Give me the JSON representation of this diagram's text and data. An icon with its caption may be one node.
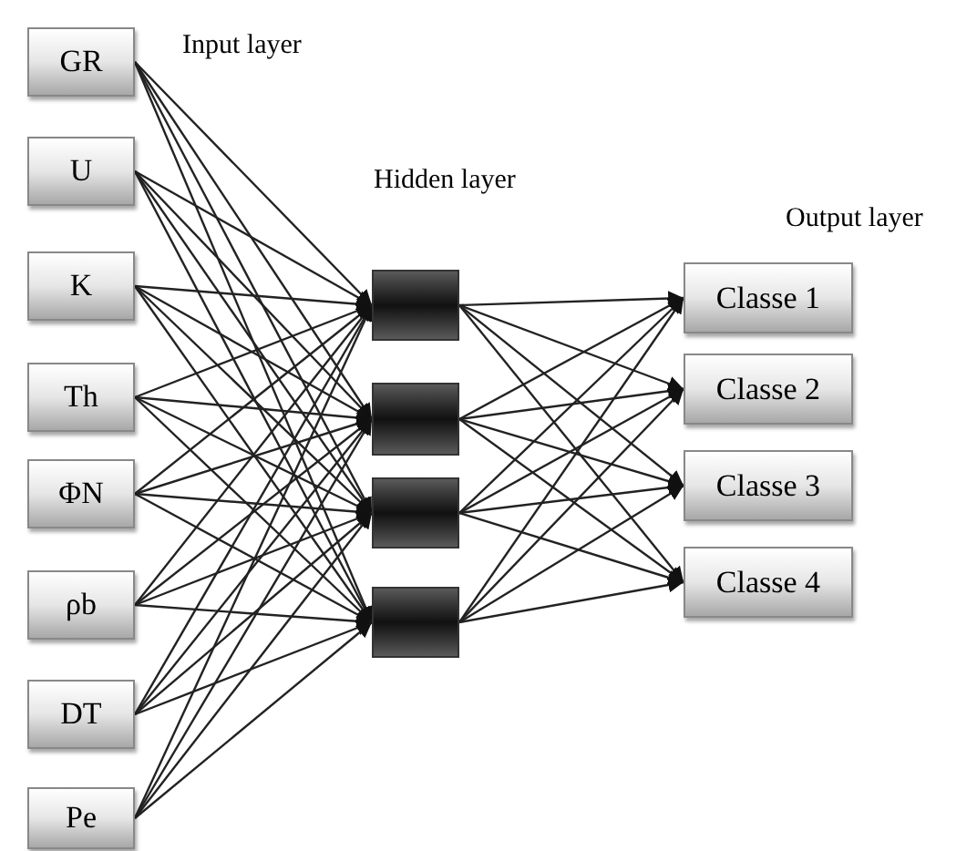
{
  "diagram": {
    "nodes": [
      {
        "text": [
          "GR"
        ]
      },
      {
        "text": [
          "U"
        ]
      },
      {
        "text": [
          "K"
        ]
      },
      {
        "text": [
          "Th"
        ]
      },
      {
        "text": [
          "ΦN"
        ]
      },
      {
        "text": [
          "ρb"
        ]
      },
      {
        "text": [
          "DT"
        ]
      },
      {
        "text": [
          "Pe"
        ]
      },
      {
        "text": [],
        "shape": "box"
      },
      {
        "text": [],
        "shape": "box"
      },
      {
        "text": [],
        "shape": "box"
      },
      {
        "text": [],
        "shape": "box"
      },
      {
        "text": [
          "Classe 1"
        ]
      },
      {
        "text": [
          "Classe 2"
        ]
      },
      {
        "text": [
          "Classe 3"
        ]
      },
      {
        "text": [
          "Classe 4"
        ]
      }
    ],
    "edges": [
      {
        "from": 0,
        "to": 8,
        "arrow": "to"
      },
      {
        "from": 0,
        "to": 9,
        "arrow": "to"
      },
      {
        "from": 0,
        "to": 10,
        "arrow": "to"
      },
      {
        "from": 0,
        "to": 11,
        "arrow": "to"
      },
      {
        "from": 1,
        "to": 8,
        "arrow": "to"
      },
      {
        "from": 1,
        "to": 9,
        "arrow": "to"
      },
      {
        "from": 1,
        "to": 10,
        "arrow": "to"
      },
      {
        "from": 1,
        "to": 11,
        "arrow": "to"
      },
      {
        "from": 2,
        "to": 8,
        "arrow": "to"
      },
      {
        "from": 2,
        "to": 9,
        "arrow": "to"
      },
      {
        "from": 2,
        "to": 10,
        "arrow": "to"
      },
      {
        "from": 2,
        "to": 11,
        "arrow": "to"
      },
      {
        "from": 3,
        "to": 8,
        "arrow": "to"
      },
      {
        "from": 3,
        "to": 9,
        "arrow": "to"
      },
      {
        "from": 3,
        "to": 10,
        "arrow": "to"
      },
      {
        "from": 3,
        "to": 11,
        "arrow": "to"
      },
      {
        "from": 4,
        "to": 8,
        "arrow": "to"
      },
      {
        "from": 4,
        "to": 9,
        "arrow": "to"
      },
      {
        "from": 4,
        "to": 10,
        "arrow": "to"
      },
      {
        "from": 4,
        "to": 11,
        "arrow": "to"
      },
      {
        "from": 5,
        "to": 8,
        "arrow": "to"
      },
      {
        "from": 5,
        "to": 9,
        "arrow": "to"
      },
      {
        "from": 5,
        "to": 10,
        "arrow": "to"
      },
      {
        "from": 5,
        "to": 11,
        "arrow": "to"
      },
      {
        "from": 6,
        "to": 8,
        "arrow": "to"
      },
      {
        "from": 6,
        "to": 9,
        "arrow": "to"
      },
      {
        "from": 6,
        "to": 10,
        "arrow": "to"
      },
      {
        "from": 6,
        "to": 11,
        "arrow": "to"
      },
      {
        "from": 7,
        "to": 8,
        "arrow": "to"
      },
      {
        "from": 7,
        "to": 9,
        "arrow": "to"
      },
      {
        "from": 7,
        "to": 10,
        "arrow": "to"
      },
      {
        "from": 7,
        "to": 11,
        "arrow": "to"
      },
      {
        "from": 8,
        "to": 12,
        "arrow": "to"
      },
      {
        "from": 8,
        "to": 13,
        "arrow": "to"
      },
      {
        "from": 8,
        "to": 14,
        "arrow": "to"
      },
      {
        "from": 8,
        "to": 15,
        "arrow": "to"
      },
      {
        "from": 9,
        "to": 12,
        "arrow": "to"
      },
      {
        "from": 9,
        "to": 13,
        "arrow": "to"
      },
      {
        "from": 9,
        "to": 14,
        "arrow": "to"
      },
      {
        "from": 9,
        "to": 15,
        "arrow": "to"
      },
      {
        "from": 10,
        "to": 12,
        "arrow": "to"
      },
      {
        "from": 10,
        "to": 13,
        "arrow": "to"
      },
      {
        "from": 10,
        "to": 14,
        "arrow": "to"
      },
      {
        "from": 10,
        "to": 15,
        "arrow": "to"
      },
      {
        "from": 11,
        "to": 12,
        "arrow": "to"
      },
      {
        "from": 11,
        "to": 13,
        "arrow": "to"
      },
      {
        "from": 11,
        "to": 14,
        "arrow": "to"
      },
      {
        "from": 11,
        "to": 15,
        "arrow": "to"
      }
    ],
    "labels": [
      "Input layer",
      "Hidden layer",
      "Output layer"
    ]
  }
}
